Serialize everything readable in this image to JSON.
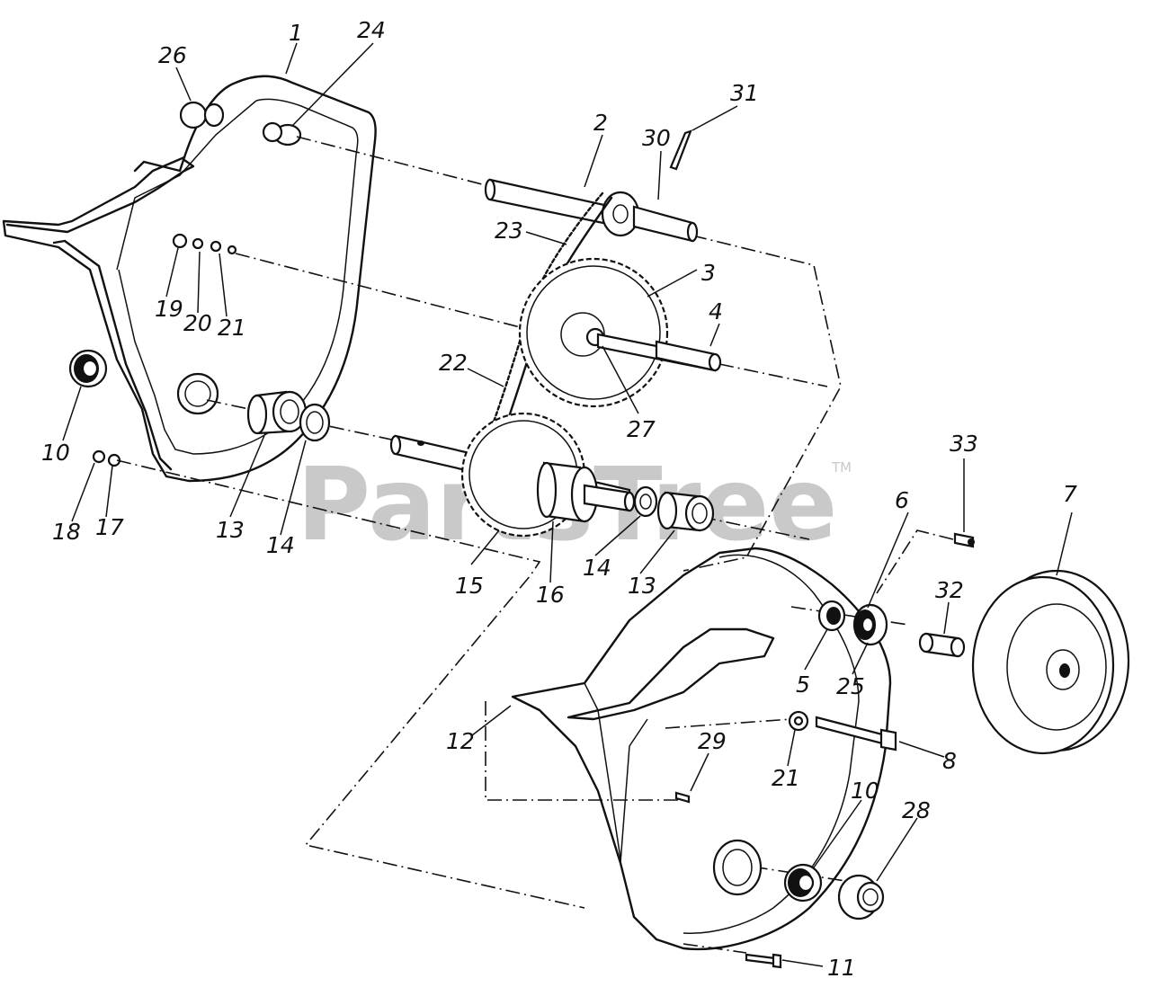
{
  "watermark": {
    "text": "PartsTree",
    "trademark": "TM"
  },
  "callouts": [
    {
      "id": "lbl-1",
      "text": "1"
    },
    {
      "id": "lbl-24",
      "text": "24"
    },
    {
      "id": "lbl-26",
      "text": "26"
    },
    {
      "id": "lbl-2",
      "text": "2"
    },
    {
      "id": "lbl-30",
      "text": "30"
    },
    {
      "id": "lbl-31",
      "text": "31"
    },
    {
      "id": "lbl-23",
      "text": "23"
    },
    {
      "id": "lbl-3",
      "text": "3"
    },
    {
      "id": "lbl-4",
      "text": "4"
    },
    {
      "id": "lbl-19",
      "text": "19"
    },
    {
      "id": "lbl-20",
      "text": "20"
    },
    {
      "id": "lbl-21a",
      "text": "21"
    },
    {
      "id": "lbl-22",
      "text": "22"
    },
    {
      "id": "lbl-27",
      "text": "27"
    },
    {
      "id": "lbl-10a",
      "text": "10"
    },
    {
      "id": "lbl-18",
      "text": "18"
    },
    {
      "id": "lbl-17",
      "text": "17"
    },
    {
      "id": "lbl-13a",
      "text": "13"
    },
    {
      "id": "lbl-14a",
      "text": "14"
    },
    {
      "id": "lbl-15",
      "text": "15"
    },
    {
      "id": "lbl-16",
      "text": "16"
    },
    {
      "id": "lbl-14b",
      "text": "14"
    },
    {
      "id": "lbl-13b",
      "text": "13"
    },
    {
      "id": "lbl-33",
      "text": "33"
    },
    {
      "id": "lbl-6",
      "text": "6"
    },
    {
      "id": "lbl-7",
      "text": "7"
    },
    {
      "id": "lbl-32",
      "text": "32"
    },
    {
      "id": "lbl-5",
      "text": "5"
    },
    {
      "id": "lbl-25",
      "text": "25"
    },
    {
      "id": "lbl-12",
      "text": "12"
    },
    {
      "id": "lbl-29",
      "text": "29"
    },
    {
      "id": "lbl-21b",
      "text": "21"
    },
    {
      "id": "lbl-8",
      "text": "8"
    },
    {
      "id": "lbl-10b",
      "text": "10"
    },
    {
      "id": "lbl-28",
      "text": "28"
    },
    {
      "id": "lbl-11",
      "text": "11"
    }
  ]
}
